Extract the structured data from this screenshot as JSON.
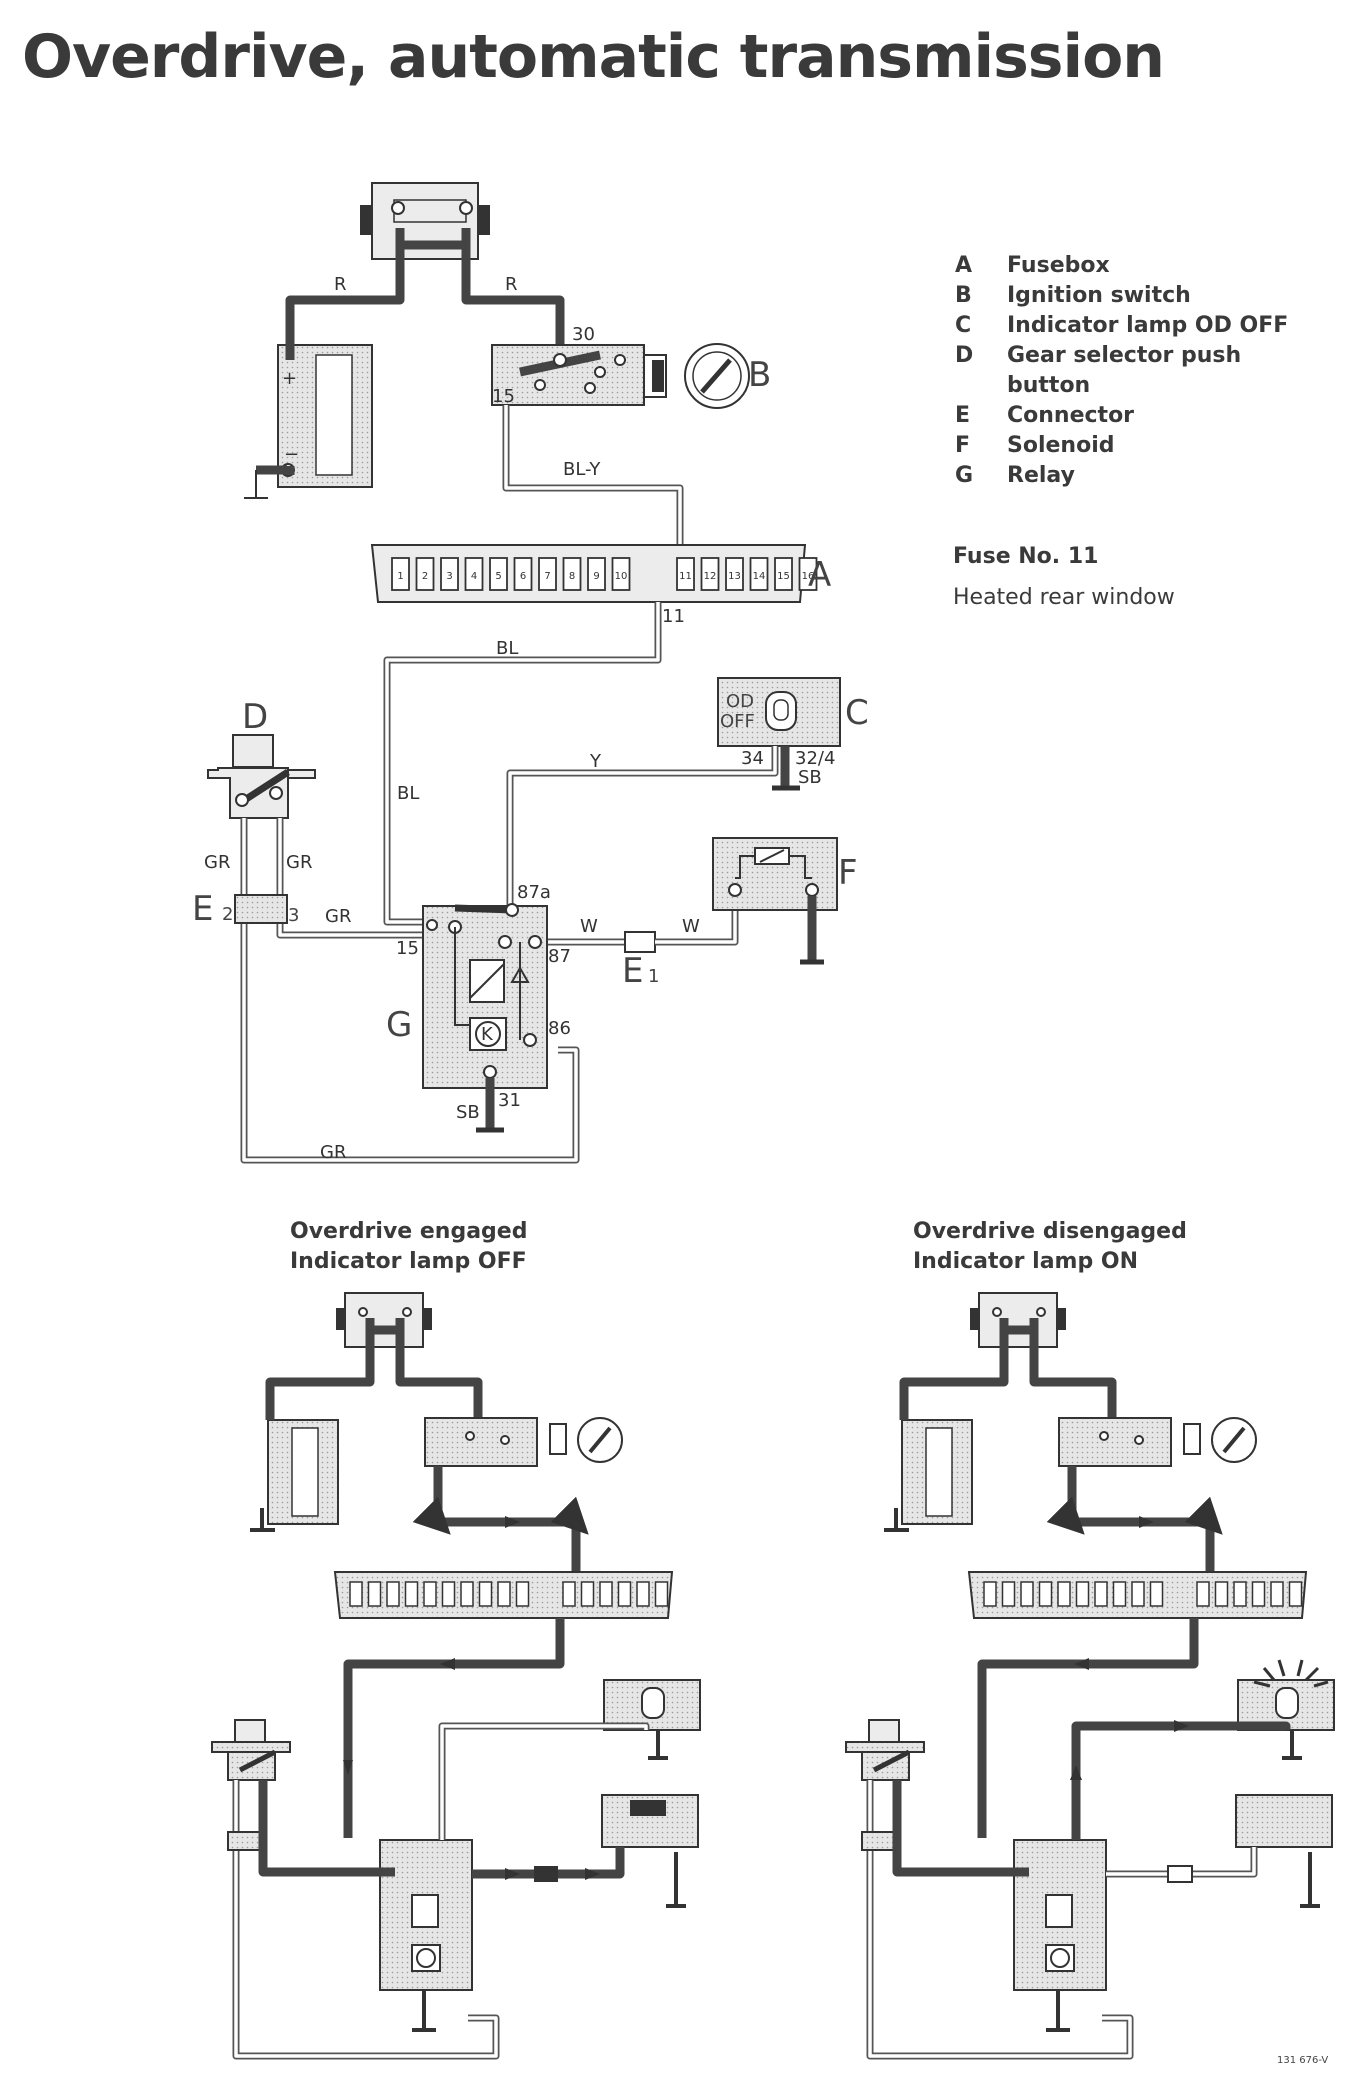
{
  "title": "Overdrive, automatic transmission",
  "legend": [
    {
      "letter": "A",
      "text": "Fusebox"
    },
    {
      "letter": "B",
      "text": "Ignition switch"
    },
    {
      "letter": "C",
      "text": "Indicator lamp OD OFF"
    },
    {
      "letter": "D",
      "text": "Gear selector push"
    },
    {
      "letter": "",
      "text": "button"
    },
    {
      "letter": "E",
      "text": "Connector"
    },
    {
      "letter": "F",
      "text": "Solenoid"
    },
    {
      "letter": "G",
      "text": "Relay"
    }
  ],
  "fuse": {
    "heading": "Fuse No. 11",
    "description": "Heated rear window"
  },
  "component_labels": {
    "A": "A",
    "B": "B",
    "C": "C",
    "D": "D",
    "E": "E",
    "F": "F",
    "G": "G"
  },
  "wire_colors": {
    "R": "R",
    "BL_Y": "BL-Y",
    "BL": "BL",
    "Y": "Y",
    "W": "W",
    "GR": "GR",
    "SB": "SB"
  },
  "terminals": {
    "t30": "30",
    "t15_switch": "15",
    "t11": "11",
    "t34": "34",
    "t32_4": "32/4",
    "t87a": "87a",
    "t87": "87",
    "t86": "86",
    "t15_relay": "15",
    "t31": "31",
    "e2": "2",
    "e3": "3",
    "e1": "1"
  },
  "lamp_text": {
    "line1": "OD",
    "line2": "OFF"
  },
  "fuse_numbers": [
    "1",
    "2",
    "3",
    "4",
    "5",
    "6",
    "7",
    "8",
    "9",
    "10",
    "11",
    "12",
    "13",
    "14",
    "15",
    "16"
  ],
  "captions": {
    "left": {
      "line1": "Overdrive engaged",
      "line2": "Indicator lamp OFF"
    },
    "right": {
      "line1": "Overdrive disengaged",
      "line2": "Indicator lamp ON"
    }
  },
  "reference": "131 676-V"
}
